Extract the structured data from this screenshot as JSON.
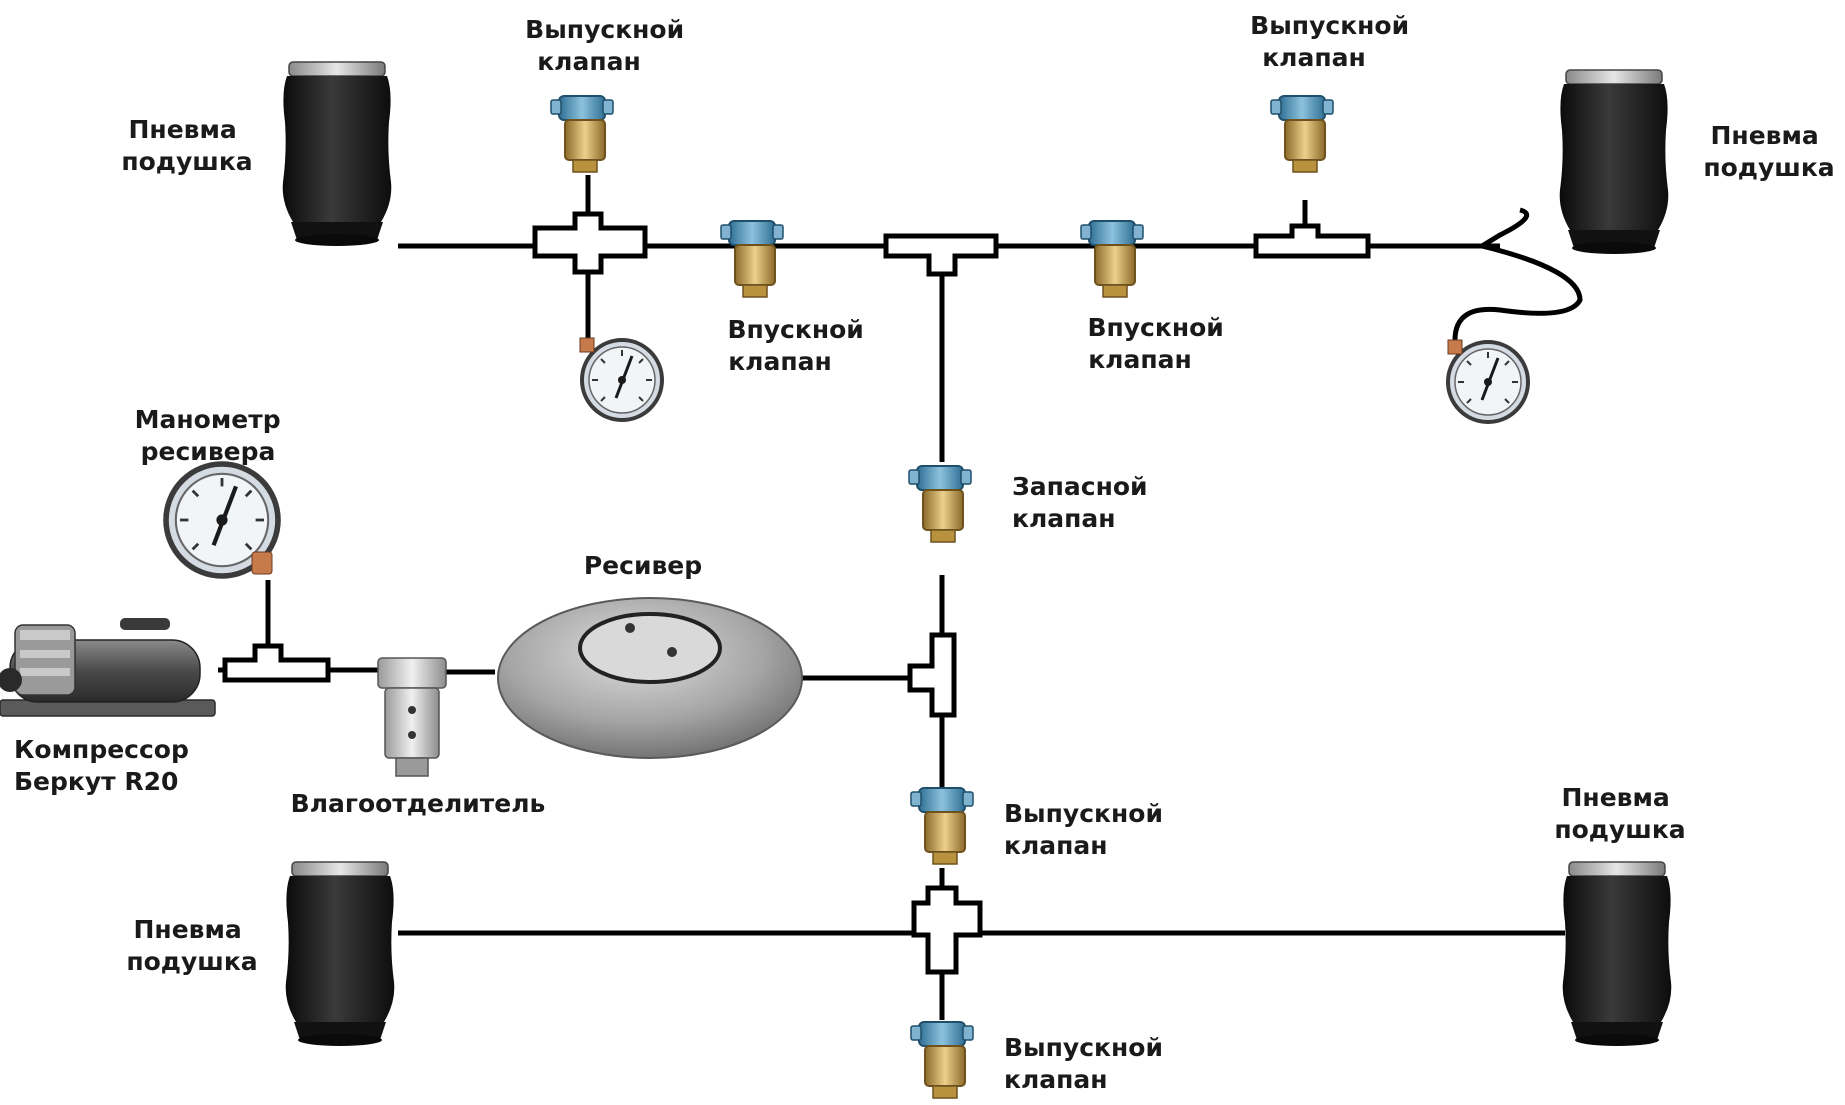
{
  "labels": {
    "airbag_top_left": [
      "Пневма",
      "подушка"
    ],
    "airbag_top_right": [
      "Пневма",
      "подушка"
    ],
    "airbag_bottom_left": [
      "Пневма",
      "подушка"
    ],
    "airbag_bottom_right": [
      "Пневма",
      "подушка"
    ],
    "exhaust_valve_top_left": [
      "Выпускной",
      "клапан"
    ],
    "exhaust_valve_top_right": [
      "Выпускной",
      "клапан"
    ],
    "intake_valve_left": [
      "Впускной",
      "клапан"
    ],
    "intake_valve_right": [
      "Впускной",
      "клапан"
    ],
    "spare_valve": [
      "Запасной",
      "клапан"
    ],
    "receiver_gauge": [
      "Манометр",
      "ресивера"
    ],
    "receiver": [
      "Ресивер"
    ],
    "compressor": [
      "Компрессор",
      "Беркут R20"
    ],
    "water_separator": [
      "Влагоотделитель"
    ],
    "exhaust_valve_middle": [
      "Выпускной",
      "клапан"
    ],
    "exhaust_valve_bottom": [
      "Выпускной",
      "клапан"
    ]
  },
  "colors": {
    "pipe": "#000000",
    "airbag_body": "#1c1c1c",
    "solenoid_blue": "#4f93b8",
    "valve_brass": "#c8a35a",
    "gauge_face": "#e9eef3",
    "receiver_steel": "#a9a9a9",
    "label_text": "#1a1a1a"
  },
  "icons": [
    "airbag-icon",
    "solenoid-valve-icon",
    "pressure-gauge-icon",
    "compressor-icon",
    "water-separator-icon",
    "receiver-tank-icon"
  ]
}
